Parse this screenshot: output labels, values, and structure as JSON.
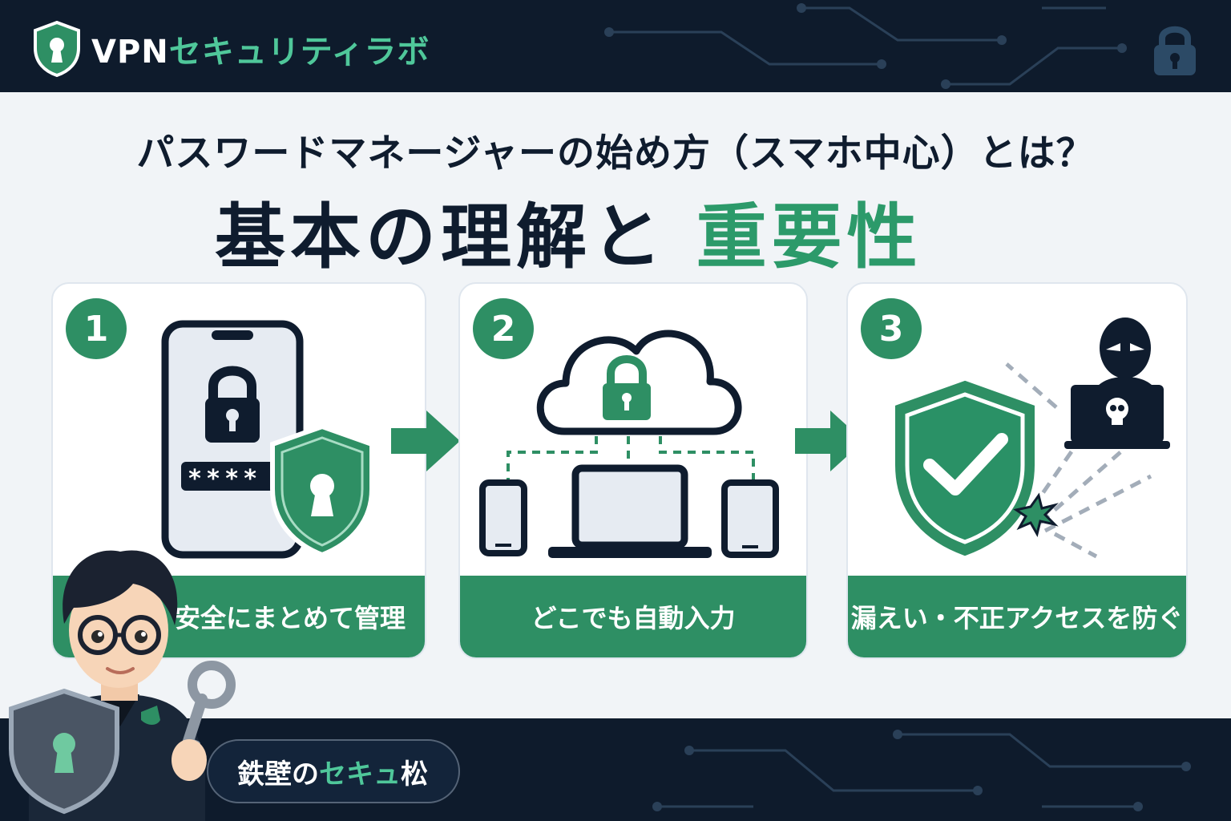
{
  "header": {
    "brand_prefix": "VPN",
    "brand_accent": "セキュリティラボ",
    "logo_icon": "shield-keyhole-icon",
    "lock_icon": "padlock-icon"
  },
  "title": {
    "line1": "パスワードマネージャーの始め方（スマホ中心）とは？",
    "line2_main": "基本の理解と",
    "line2_accent": "重要性"
  },
  "cards": [
    {
      "number": "1",
      "label": "安全にまとめて管理",
      "password_mask": "****",
      "icon": "phone-lock-shield-icon"
    },
    {
      "number": "2",
      "label": "どこでも自動入力",
      "icon": "cloud-sync-devices-icon"
    },
    {
      "number": "3",
      "label": "漏えい・不正アクセスを防ぐ",
      "icon": "shield-check-hacker-icon"
    }
  ],
  "footer": {
    "name_part1": "鉄壁の",
    "name_part2": "セキュ",
    "name_part3": "松"
  },
  "colors": {
    "navy": "#0e1b2c",
    "green": "#2e8f64",
    "accent_green": "#4fc79a",
    "background": "#f1f4f7"
  }
}
